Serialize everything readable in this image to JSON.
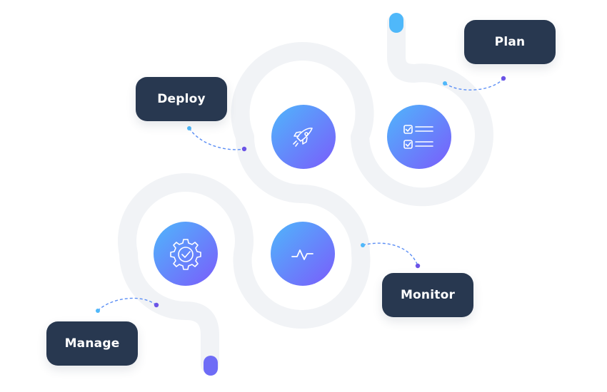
{
  "stages": {
    "plan": {
      "label": "Plan",
      "icon": "checklist-icon"
    },
    "deploy": {
      "label": "Deploy",
      "icon": "rocket-icon"
    },
    "monitor": {
      "label": "Monitor",
      "icon": "pulse-icon"
    },
    "manage": {
      "label": "Manage",
      "icon": "gear-check-icon"
    }
  },
  "colors": {
    "label_box": "#283850",
    "label_text": "#ffffff",
    "track": "#f1f3f6",
    "gradient_start": "#4fb6fb",
    "gradient_end": "#7a5cfb",
    "connector": "#5b8ef5",
    "connector_dot_end": "#6b53e6",
    "top_cap": "#4fb8fa",
    "bottom_cap": "#6e6cf6"
  }
}
